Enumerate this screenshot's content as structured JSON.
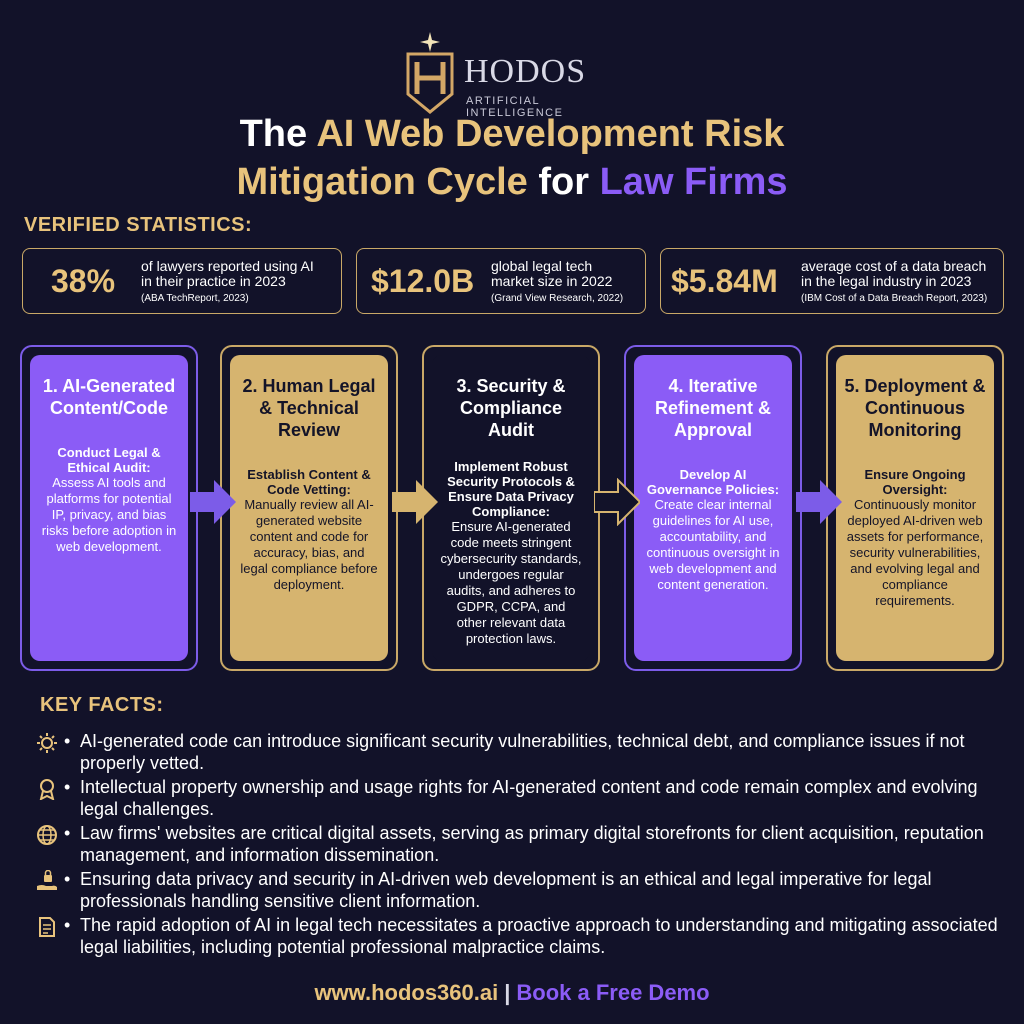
{
  "brand": {
    "name": "HODOS",
    "tagline": "ARTIFICIAL INTELLIGENCE"
  },
  "title": {
    "line1_white": "The ",
    "line1_gold": "AI Web Development Risk",
    "line2_gold": "Mitigation Cycle",
    "line2_white": " for ",
    "line2_purple": "Law Firms"
  },
  "stats_heading": "VERIFIED STATISTICS:",
  "stats": [
    {
      "value": "38%",
      "desc1": "of lawyers reported using AI",
      "desc2": "in their practice in 2023",
      "source": "(ABA TechReport, 2023)"
    },
    {
      "value": "$12.0B",
      "desc1": "global legal tech",
      "desc2": "market size in 2022",
      "source": "(Grand View Research, 2022)"
    },
    {
      "value": "$5.84M",
      "desc1": "average cost of a data breach",
      "desc2": "in the legal industry in 2023",
      "source": "(IBM Cost of a Data Breach Report, 2023)"
    }
  ],
  "steps": [
    {
      "title": "1. AI-Generated Content/Code",
      "heading": "Conduct Legal & Ethical Audit:",
      "body": "Assess AI tools and platforms for potential IP, privacy, and bias risks before adoption in web development."
    },
    {
      "title": "2. Human Legal & Technical Review",
      "heading": "Establish Content & Code Vetting:",
      "body": "Manually review all AI-generated website content and code for accuracy, bias, and legal compliance before deployment."
    },
    {
      "title": "3. Security & Compliance Audit",
      "heading": "Implement Robust Security Protocols & Ensure Data Privacy Compliance:",
      "body": "Ensure AI-generated code meets stringent cybersecurity standards, undergoes regular audits, and adheres to GDPR, CCPA, and other relevant data protection laws."
    },
    {
      "title": "4. Iterative Refinement & Approval",
      "heading": "Develop AI Governance Policies:",
      "body": "Create clear internal guidelines for AI use, accountability, and continuous oversight in web development and content generation."
    },
    {
      "title": "5. Deployment & Continuous Monitoring",
      "heading": "Ensure Ongoing Oversight:",
      "body": "Continuously monitor deployed AI-driven web assets for performance, security vulnerabilities, and evolving legal and compliance requirements."
    }
  ],
  "facts_heading": "KEY FACTS:",
  "facts": [
    {
      "icon": "gear-sun-icon",
      "text": "AI-generated code can introduce significant security vulnerabilities, technical debt, and compliance issues if not properly vetted."
    },
    {
      "icon": "award-icon",
      "text": "Intellectual property ownership and usage rights for AI-generated content and code remain complex and evolving legal challenges."
    },
    {
      "icon": "globe-icon",
      "text": "Law firms' websites are critical digital assets, serving as primary digital storefronts for client acquisition, reputation management, and information dissemination."
    },
    {
      "icon": "hand-lock-icon",
      "text": "Ensuring data privacy and security in AI-driven web development is an ethical and legal imperative for legal professionals handling sensitive client information."
    },
    {
      "icon": "document-icon",
      "text": "The rapid adoption of AI in legal tech necessitates a proactive approach to understanding and mitigating associated legal liabilities, including potential professional malpractice claims."
    }
  ],
  "footer": {
    "url": "www.hodos360.ai",
    "separator": "|",
    "cta": "Book a Free Demo"
  },
  "colors": {
    "background": "#121229",
    "gold": "#e8c37c",
    "purple": "#8b5cf6",
    "card_gold": "#d6b46f"
  }
}
